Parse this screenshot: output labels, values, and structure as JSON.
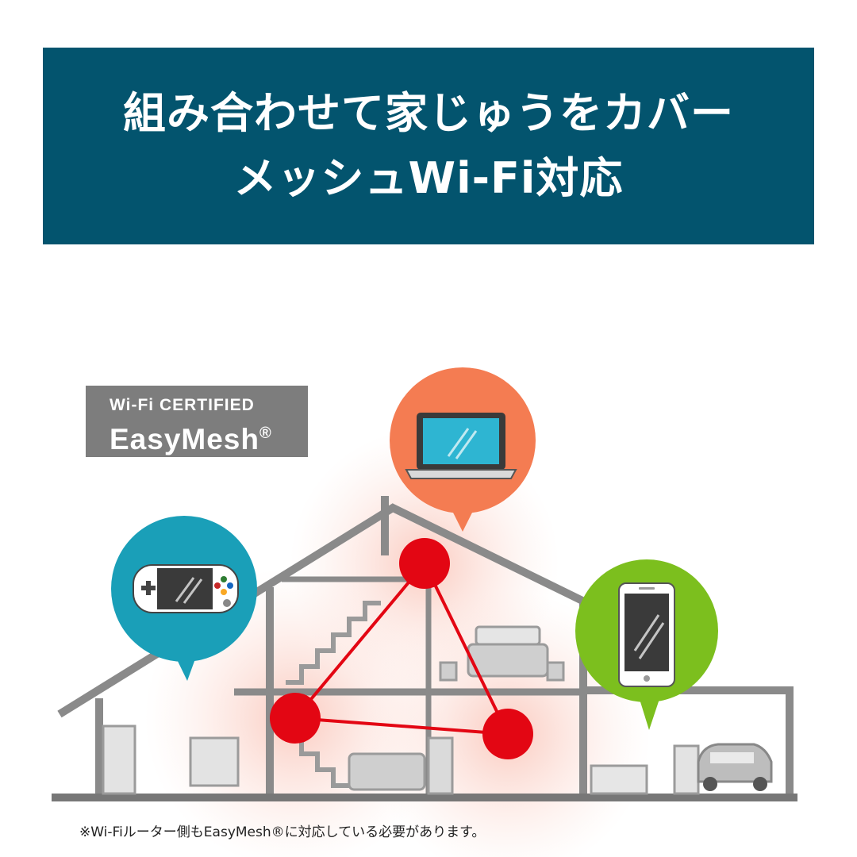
{
  "banner": {
    "line1": "組み合わせて家じゅうをカバー",
    "line2": "メッシュWi-Fi対応"
  },
  "badge": {
    "line1": "Wi-Fi CERTIFIED",
    "line2": "EasyMesh",
    "mark": "®"
  },
  "devices": [
    {
      "name": "laptop-icon",
      "color": "#f47c52"
    },
    {
      "name": "game-console-icon",
      "color": "#1a9fb8"
    },
    {
      "name": "smartphone-icon",
      "color": "#7cbf1e"
    }
  ],
  "mesh_color": "#e30613",
  "footnote": "※Wi-Fiルーター側もEasyMesh®に対応している必要があります。"
}
